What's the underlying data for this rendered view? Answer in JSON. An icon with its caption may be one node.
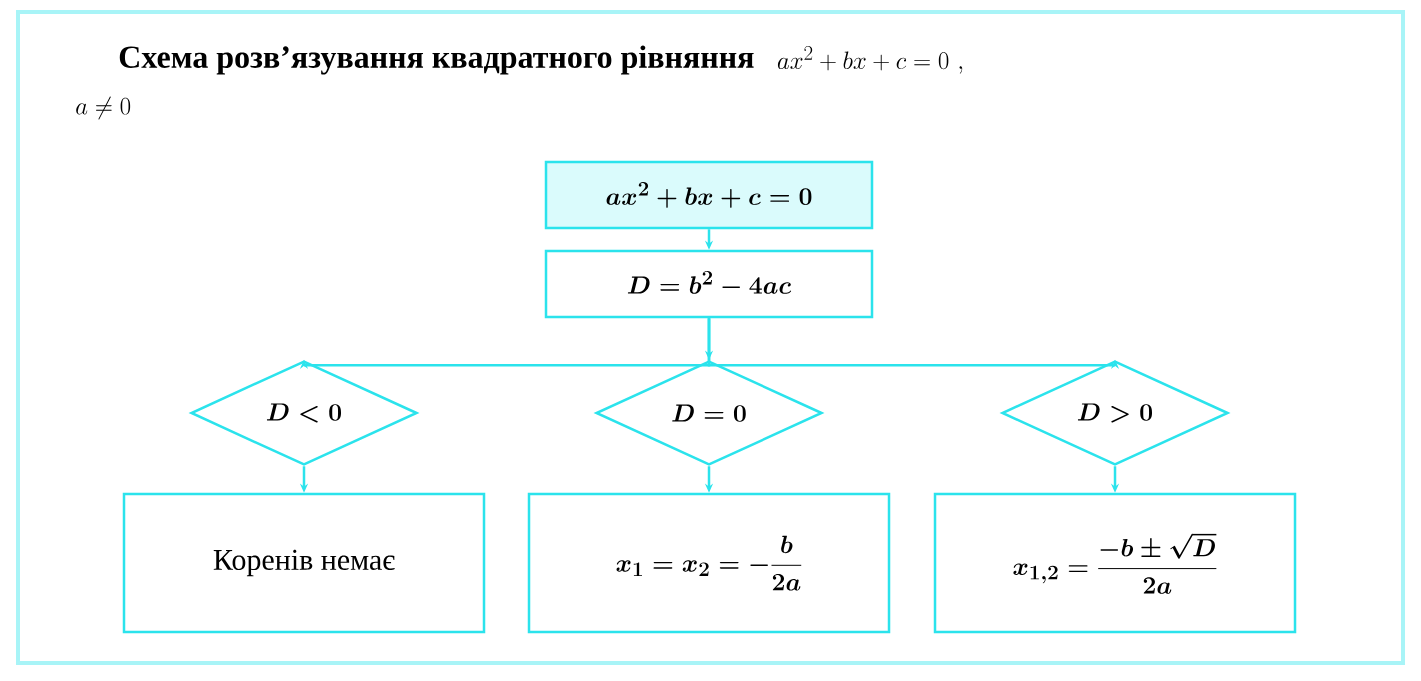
{
  "diagram": {
    "title": "Схема розв’язування квадратного рівняння",
    "nodes": [
      {
        "text": [
          "ax^{2}+bx+c=0"
        ]
      },
      {
        "text": [
          "D=b^{2}-4ac"
        ]
      },
      {
        "text": [
          "D<0"
        ]
      },
      {
        "text": [
          "D=0"
        ]
      },
      {
        "text": [
          "D>0"
        ]
      },
      {
        "text": [
          "Коренів немає"
        ]
      },
      {
        "text": [
          "x_{1}=x_{2}=-\\dfrac{b}{2a}"
        ]
      },
      {
        "text": [
          "x_{1,2}=\\dfrac{-b\\pm\\sqrt{D}}{2a}"
        ]
      }
    ],
    "edges": [
      {
        "from": 0,
        "to": 1,
        "arrow": "to"
      },
      {
        "from": 1,
        "to": 2,
        "arrow": "to"
      },
      {
        "from": 1,
        "to": 3,
        "arrow": "to"
      },
      {
        "from": 1,
        "to": 4,
        "arrow": "to"
      },
      {
        "from": 2,
        "to": 5,
        "arrow": "to"
      },
      {
        "from": 3,
        "to": 6,
        "arrow": "to"
      },
      {
        "from": 4,
        "to": 7,
        "arrow": "to"
      }
    ],
    "labels": [
      "ax^{2}+bx+c=0\\ ,",
      "a\\neq 0"
    ]
  }
}
